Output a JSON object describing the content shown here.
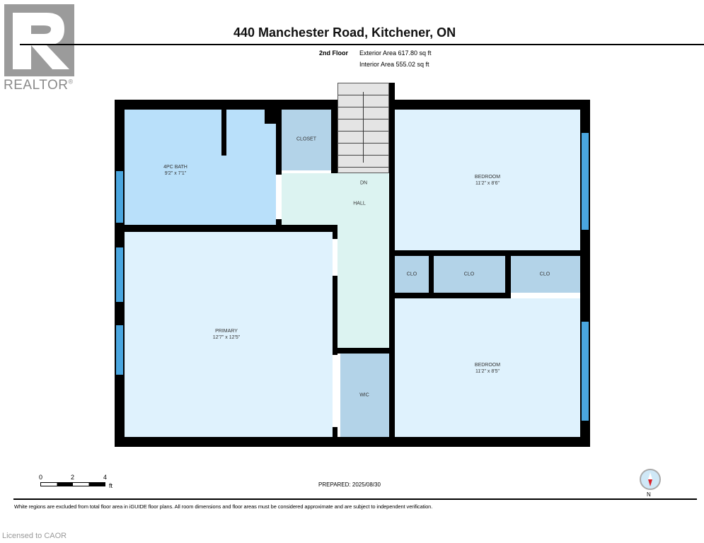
{
  "logo": {
    "text": "REALTOR",
    "mark": "®"
  },
  "header": {
    "title": "440 Manchester Road, Kitchener, ON",
    "floor": "2nd Floor",
    "exterior_area": "Exterior Area 617.80 sq ft",
    "interior_area": "Interior Area 555.02 sq ft"
  },
  "rooms": {
    "bath": {
      "name": "4PC BATH",
      "dims": "9'2\" x 7'1\""
    },
    "closet": {
      "name": "CLOSET"
    },
    "stairs": {
      "name": "DN"
    },
    "hall": {
      "name": "HALL"
    },
    "bedroom1": {
      "name": "BEDROOM",
      "dims": "11'2\" x 8'6\""
    },
    "clo1": {
      "name": "CLO"
    },
    "clo2": {
      "name": "CLO"
    },
    "clo3": {
      "name": "CLO"
    },
    "primary": {
      "name": "PRIMARY",
      "dims": "12'7\" x 12'5\""
    },
    "wic": {
      "name": "WIC"
    },
    "bedroom2": {
      "name": "BEDROOM",
      "dims": "11'2\" x 8'5\""
    }
  },
  "colors": {
    "bath": "#b9e0fa",
    "room": "#dff2fd",
    "closet": "#b3d3e8",
    "hall": "#dcf3f1",
    "window": "#4aa6df"
  },
  "scale": {
    "ticks": [
      "0",
      "2",
      "4"
    ],
    "unit": "ft"
  },
  "prepared": "PREPARED: 2025/08/30",
  "compass": {
    "label": "N"
  },
  "disclaimer": "White regions are excluded from total floor area in iGUIDE floor plans. All room dimensions and floor areas must be considered approximate and are subject to independent verification.",
  "license": "Licensed to CAOR"
}
